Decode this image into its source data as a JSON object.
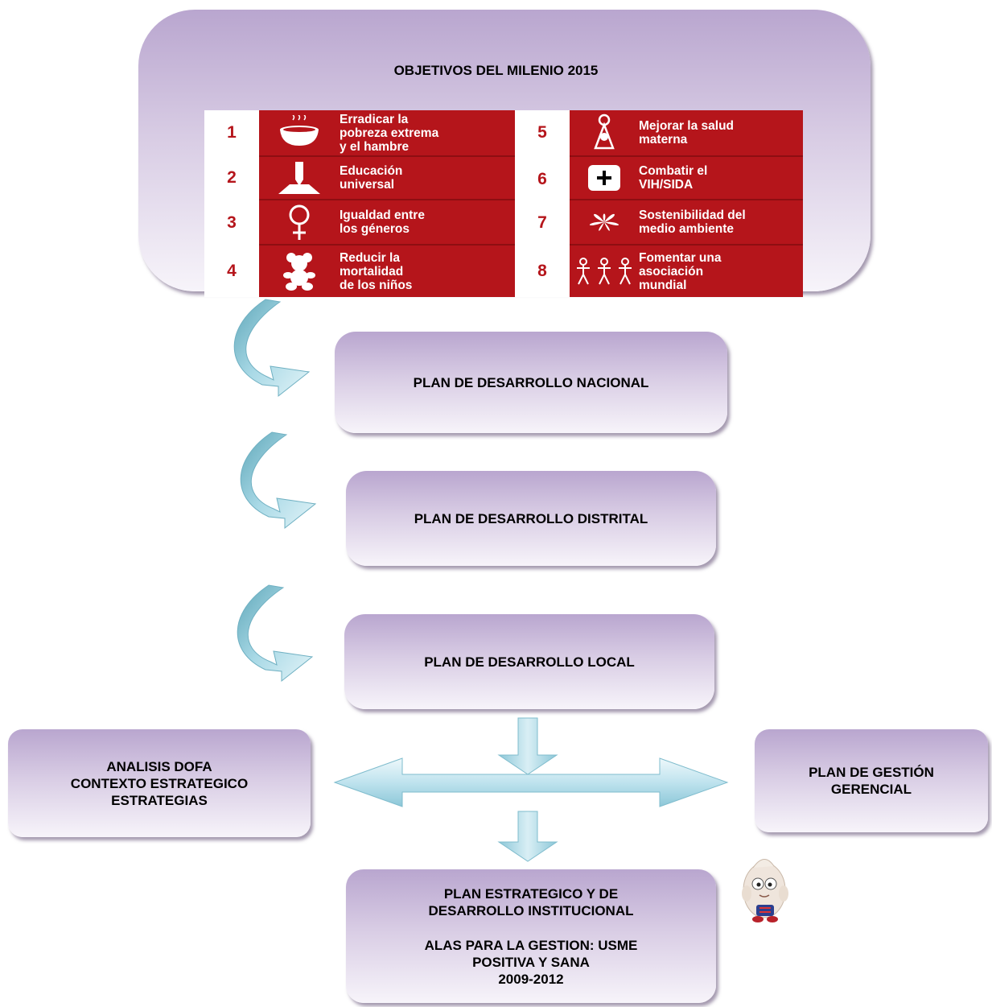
{
  "mdg": {
    "title": "OBJETIVOS DEL MILENIO 2015",
    "goals": [
      {
        "num": "1",
        "label": "Erradicar la\npobreza extrema\ny el hambre",
        "icon": "bowl-icon"
      },
      {
        "num": "2",
        "label": "Educación\nuniversal",
        "icon": "pencil-icon"
      },
      {
        "num": "3",
        "label": "Igualdad entre\nlos géneros",
        "icon": "female-symbol-icon"
      },
      {
        "num": "4",
        "label": "Reducir la\nmortalidad\nde los niños",
        "icon": "teddy-bear-icon"
      },
      {
        "num": "5",
        "label": "Mejorar la salud\nmaterna",
        "icon": "mother-icon"
      },
      {
        "num": "6",
        "label": "Combatir el\nVIH/SIDA",
        "icon": "plus-cross-icon"
      },
      {
        "num": "7",
        "label": "Sostenibilidad del\nmedio ambiente",
        "icon": "flower-icon"
      },
      {
        "num": "8",
        "label": "Fomentar una\nasociación\nmundial",
        "icon": "people-icon"
      }
    ]
  },
  "plans": {
    "nacional": "PLAN DE DESARROLLO NACIONAL",
    "distrital": "PLAN DE DESARROLLO DISTRITAL",
    "local": "PLAN DE DESARROLLO LOCAL",
    "dofa": "ANALISIS DOFA\nCONTEXTO ESTRATEGICO\nESTRATEGIAS",
    "gerencial": "PLAN DE GESTIÓN\nGERENCIAL",
    "estrategico_title": "PLAN ESTRATEGICO  Y  DE\nDESARROLLO INSTITUCIONAL",
    "estrategico_sub": "ALAS PARA LA GESTION: USME\nPOSITIVA Y SANA\n2009-2012"
  },
  "colors": {
    "box_top": "#b9a6cf",
    "box_bottom": "#f7f4fa",
    "goal_red": "#b5151b",
    "arrow_fill": "#bfe6f0",
    "arrow_dark": "#5fa7b9"
  }
}
